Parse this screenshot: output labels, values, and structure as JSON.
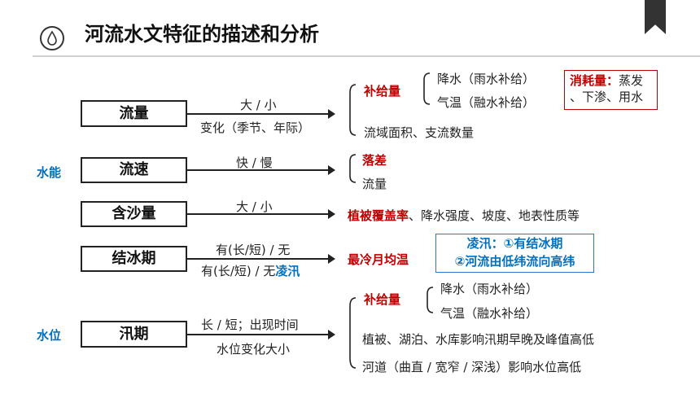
{
  "title": "河流水文特征的描述和分析",
  "logo_icon": "water-drop-icon",
  "bookmark_icon": "bookmark-icon",
  "categories": {
    "water_energy": "水能",
    "water_level": "水位"
  },
  "nodes": {
    "flow": "流量",
    "velocity": "流速",
    "sediment": "含沙量",
    "freeze": "结冰期",
    "flood": "汛期"
  },
  "edges": {
    "flow_top": "大 / 小",
    "flow_bottom": "变化（季节、年际）",
    "velocity_top": "快 / 慢",
    "sediment_top": "大 / 小",
    "freeze_top": "有(长/短) / 无",
    "freeze_bottom_prefix": "有(长/短) / 无",
    "freeze_bottom_highlight": "凌汛",
    "flood_top": "长 / 短；出现时间",
    "flood_bottom": "水位变化大小"
  },
  "factors": {
    "flow_supply": "补给量",
    "flow_supply_1": "降水（雨水补给）",
    "flow_supply_2": "气温（融水补给）",
    "flow_area": "流域面积、支流数量",
    "consume_label": "消耗量：",
    "consume_line1": "蒸发",
    "consume_line2": "、下渗、用水",
    "velocity_1": "落差",
    "velocity_2": "流量",
    "sediment_key": "植被覆盖率",
    "sediment_rest": "、降水强度、坡度、地表性质等",
    "freeze_key": "最冷月均温",
    "ice_line1": "凌汛：①有结冰期",
    "ice_line2": "②河流由低纬流向高纬",
    "flood_supply": "补给量",
    "flood_supply_1": "降水（雨水补给）",
    "flood_supply_2": "气温（融水补给）",
    "flood_lakes": "植被、湖泊、水库影响汛期早晚及峰值高低",
    "flood_channel": "河道（曲直 / 宽窄 / 深浅）影响水位高低"
  },
  "colors": {
    "accent_red": "#c00000",
    "accent_blue": "#0070c0"
  }
}
